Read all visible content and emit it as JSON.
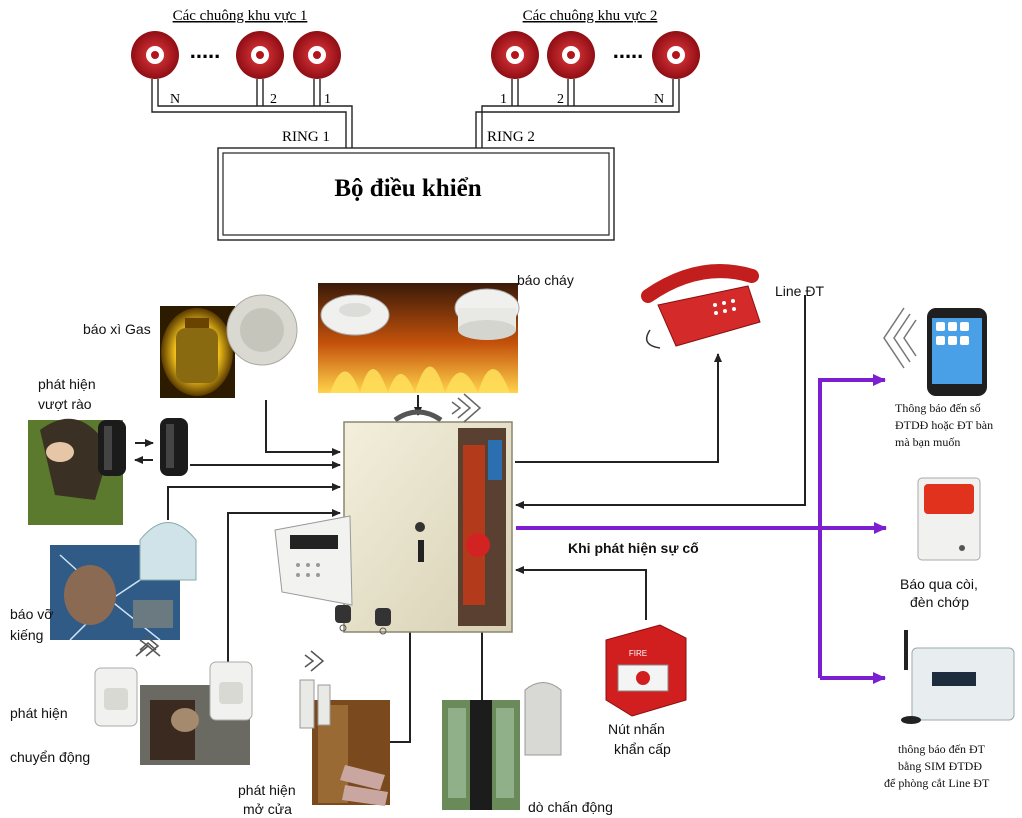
{
  "bells": {
    "zone1_title": "Các chuông khu vực 1",
    "zone2_title": "Các chuông khu vực 2",
    "zone1_numbers": [
      "N",
      "2",
      "1"
    ],
    "zone2_numbers": [
      "1",
      "2",
      "N"
    ],
    "dots": ".....",
    "ring1": "RING 1",
    "ring2": "RING 2",
    "controller": "Bộ điều khiển",
    "bell_color": "#b3151c"
  },
  "sensors": {
    "gas": "báo xì Gas",
    "fire": "báo cháy",
    "fence_line1": "phát hiện",
    "fence_line2": "vượt rào",
    "glass_line1": "báo vỡ",
    "glass_line2": "kiếng",
    "motion_line1": "phát hiện",
    "motion_line2": "chuyển động",
    "door_line1": "phát hiện",
    "door_line2": "mở cửa",
    "vibration": "dò chấn động",
    "panic_line1": "Nút nhấn",
    "panic_line2": "khẩn cấp",
    "fire_button_text": "FIRE"
  },
  "outputs": {
    "phone_line": "Line ĐT",
    "event": "Khi phát hiện sự cố",
    "mobile_line1": "Thông báo đến số",
    "mobile_line2": "ĐTDĐ hoặc ĐT bàn",
    "mobile_line3": "mà bạn muốn",
    "siren_line1": "Báo qua còi,",
    "siren_line2": "đèn chớp",
    "sim_line1": "thông báo đến ĐT",
    "sim_line2": "bằng SIM ĐTDĐ",
    "sim_line3": "để phòng cắt Line ĐT",
    "arrow_color": "#7b1fd1"
  }
}
